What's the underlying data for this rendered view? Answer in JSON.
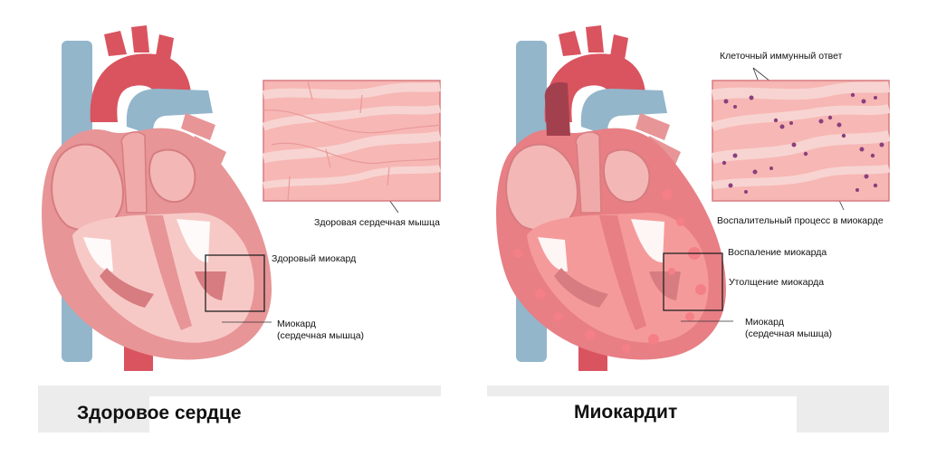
{
  "healthy": {
    "caption": "Здоровое сердце",
    "inset_label": "Здоровая сердечная мышца",
    "box_label": "Здоровый миокард",
    "myocardium_label_1": "Миокард",
    "myocardium_label_2": "(сердечная мышца)"
  },
  "myocarditis": {
    "caption": "Миокардит",
    "immune_label": "Клеточный иммунный ответ",
    "inset_label": "Воспалительный процесс в миокарде",
    "box_label_1": "Воспаление миокарда",
    "box_label_2": "Утолщение миокарда",
    "myocardium_label_1": "Миокард",
    "myocardium_label_2": "(сердечная мышца)"
  },
  "colors": {
    "vein_blue": "#93b6cb",
    "artery_red": "#d9545f",
    "heart_wall": "#e79597",
    "heart_light": "#f7c9c6",
    "chamber": "#f3b8b6",
    "muscle_fiber": "#f4a7a6",
    "inflamed": "#f47f86",
    "immune_cell": "#8a3f7d",
    "caption_bar": "#ececec"
  }
}
